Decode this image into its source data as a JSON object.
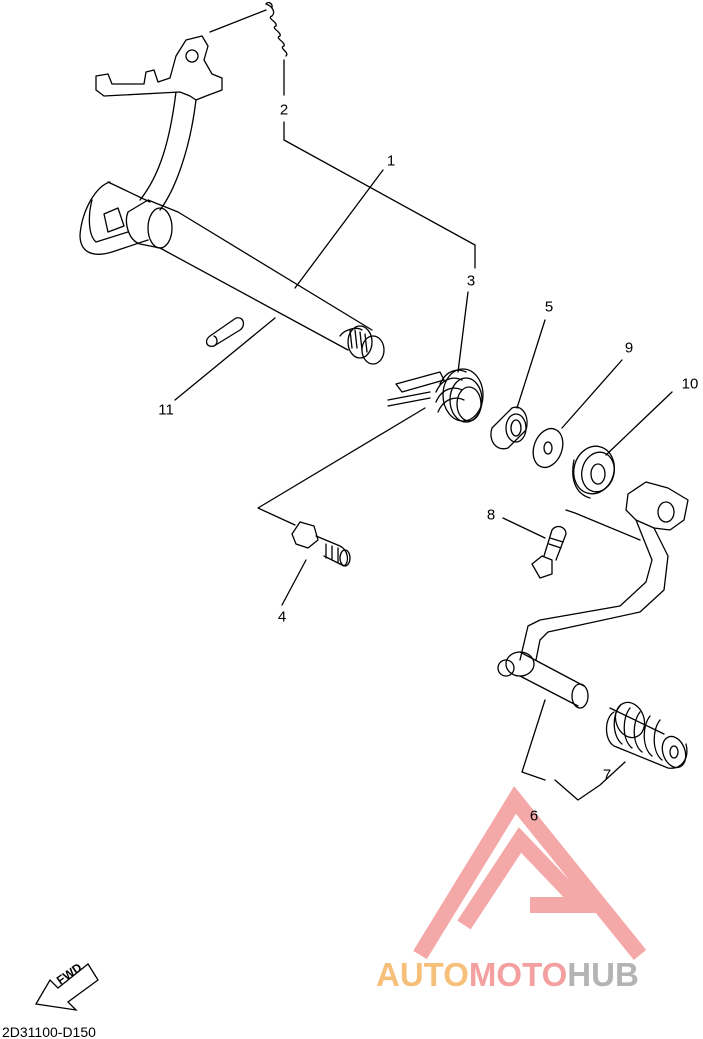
{
  "callouts": {
    "n1": "1",
    "n2": "2",
    "n3": "3",
    "n4": "4",
    "n5": "5",
    "n6": "6",
    "n7": "7",
    "n8": "8",
    "n9": "9",
    "n10": "10",
    "n11": "11"
  },
  "fwd_label": "FWD",
  "diagram_code": "2D31100-D150",
  "watermark": {
    "part1": "AUTO",
    "part2": "MOTO",
    "part3": "HUB",
    "colors": {
      "auto": "#f7c07a",
      "moto": "#f4a0a0",
      "hub": "#b4b4b4",
      "logo": "#f49a9a"
    }
  }
}
